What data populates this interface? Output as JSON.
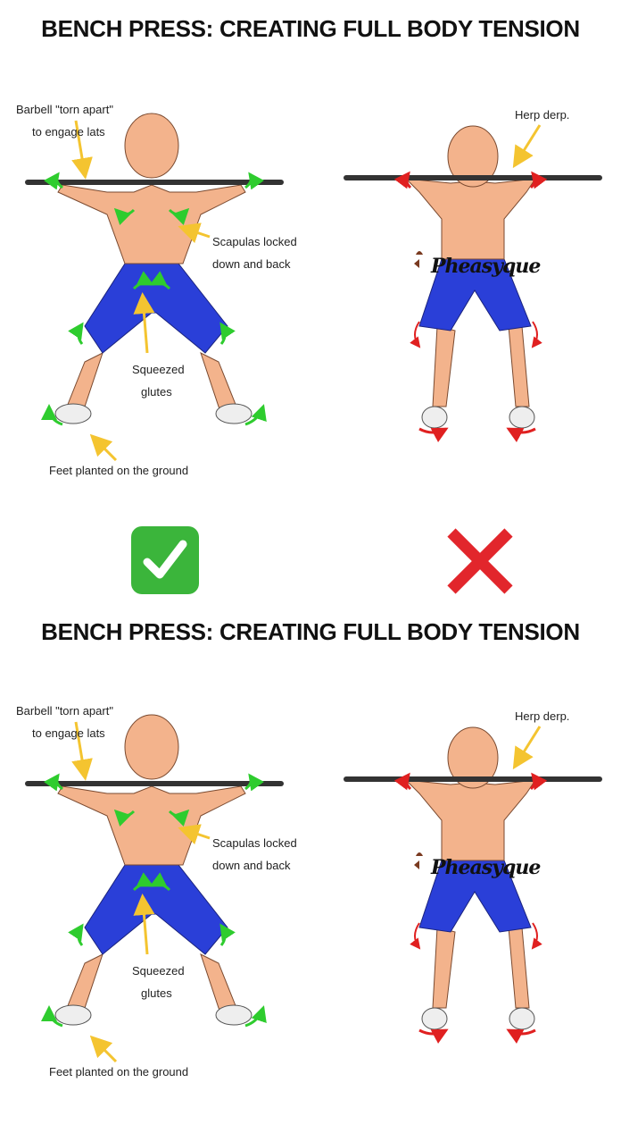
{
  "title": "BENCH PRESS: CREATING FULL BODY TENSION",
  "labels": {
    "lats_line1": "Barbell \"torn apart\"",
    "lats_line2": "to engage lats",
    "scap_line1": "Scapulas locked",
    "scap_line2": "down and back",
    "glutes_line1": "Squeezed",
    "glutes_line2": "glutes",
    "feet": "Feet planted on the ground",
    "wrong": "Herp derp."
  },
  "logo": "Pheasyque",
  "icons": {
    "correct": "check-mark-icon",
    "incorrect": "cross-mark-icon"
  },
  "colors": {
    "correct_arrow": "#2ecc2e",
    "incorrect_arrow": "#e02020",
    "pointer_arrow": "#f4c430",
    "shorts": "#2a3fd8",
    "skin": "#f3b38c",
    "check_bg": "#3bb53b",
    "cross": "#e2262c"
  }
}
